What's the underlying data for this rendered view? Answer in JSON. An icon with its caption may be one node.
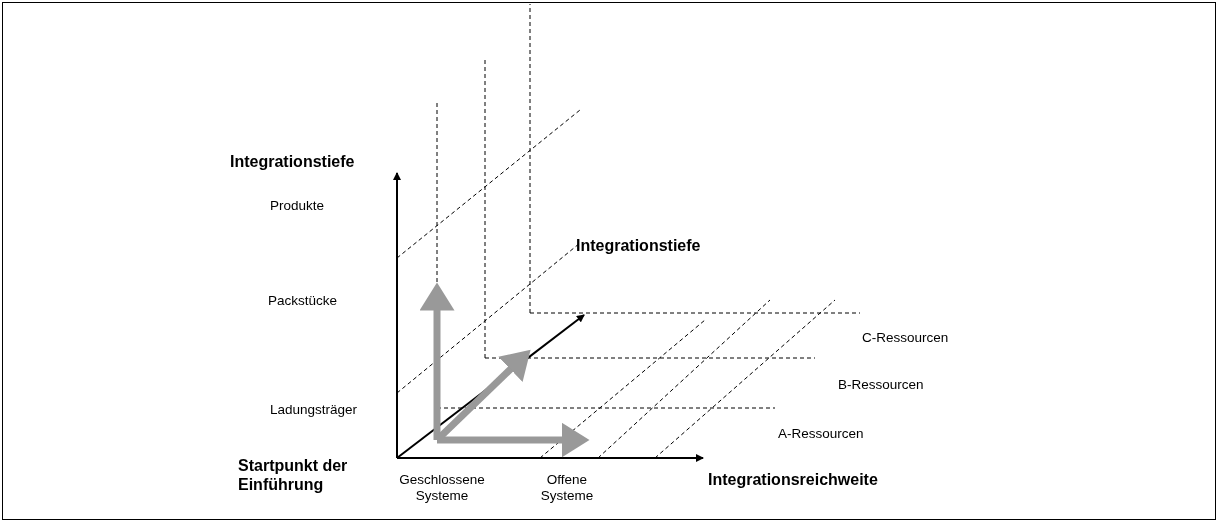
{
  "diagram": {
    "labels": [
      "Integrationstiefe",
      "Produkte",
      "Integrationstiefe",
      "Packstücke",
      "C-Ressourcen",
      "B-Ressourcen",
      "Ladungsträger",
      "A-Ressourcen",
      "Startpunkt der Einführung",
      "Geschlossene Systeme",
      "Offene Systeme",
      "Integrationsreichweite"
    ]
  }
}
